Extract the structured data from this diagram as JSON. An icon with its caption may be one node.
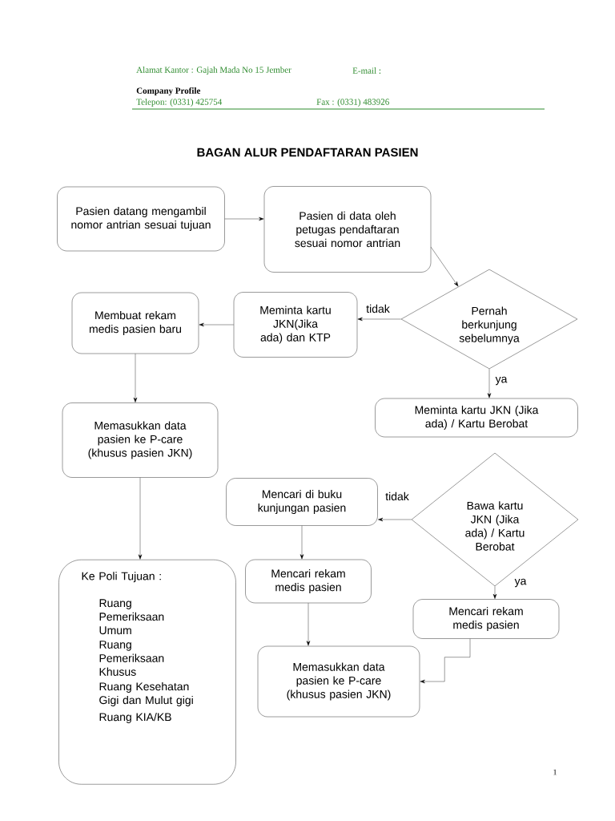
{
  "diagram": {
    "title": "BAGAN ALUR PENDAFTARAN PASIEN",
    "nodes": [
      {
        "text": [
          "Pasien datang mengambil nomor antrian sesuai tujuan"
        ]
      },
      {
        "text": [
          "Pasien di data oleh petugas pendaftaran sesuai nomor antrian"
        ]
      },
      {
        "text": [
          "Pernah berkunjung sebelumnya"
        ]
      },
      {
        "text": [
          "Meminta kartu JKN(Jika ada) dan KTP"
        ]
      },
      {
        "text": [
          "Membuat rekam medis pasien baru"
        ]
      },
      {
        "text": [
          "Meminta kartu JKN (Jika ada) / Kartu Berobat"
        ]
      },
      {
        "text": [
          "Memasukkan data pasien ke P-care (khusus pasien JKN)"
        ]
      },
      {
        "text": [
          "Bawa kartu JKN (Jika ada) / Kartu Berobat"
        ]
      },
      {
        "text": [
          "Mencari di buku kunjungan pasien"
        ]
      },
      {
        "text": [
          "Mencari rekam medis pasien"
        ]
      },
      {
        "text": [
          "Mencari rekam medis pasien"
        ]
      },
      {
        "text": [
          "Ke Poli Tujuan :",
          "Ruang Pemeriksaan Umum",
          "Ruang Pemeriksaan Khusus",
          "Ruang Kesehatan Gigi dan Mulut gigi",
          "Ruang KIA/KB"
        ]
      },
      {
        "text": [
          "Memasukkan data pasien ke P-care (khusus pasien JKN)"
        ]
      }
    ],
    "edges": [
      {
        "from": 0,
        "to": 1,
        "arrow": "to"
      },
      {
        "from": 1,
        "to": 2,
        "arrow": "to"
      },
      {
        "from": 2,
        "to": 3,
        "arrow": "to",
        "label": "tidak"
      },
      {
        "from": 3,
        "to": 4,
        "arrow": "to"
      },
      {
        "from": 4,
        "to": 6,
        "arrow": "to"
      },
      {
        "from": 2,
        "to": 5,
        "arrow": "to",
        "label": "ya"
      },
      {
        "from": 7,
        "to": 8,
        "arrow": "to",
        "label": "tidak"
      },
      {
        "from": 7,
        "to": 10,
        "arrow": "to",
        "label": "ya"
      },
      {
        "from": 8,
        "to": 9,
        "arrow": "to"
      },
      {
        "from": 9,
        "to": 12,
        "arrow": "to"
      },
      {
        "from": 10,
        "to": 12,
        "arrow": "to"
      },
      {
        "from": 6,
        "to": 11,
        "arrow": "to"
      }
    ],
    "labels": [
      "Alamat Kantor  : Gajah Mada No 15 Jember",
      "E-mail  :",
      "Company Profile",
      "Telepon: (0331) 425754",
      "Fax  : (0331) 483926",
      "1"
    ]
  }
}
